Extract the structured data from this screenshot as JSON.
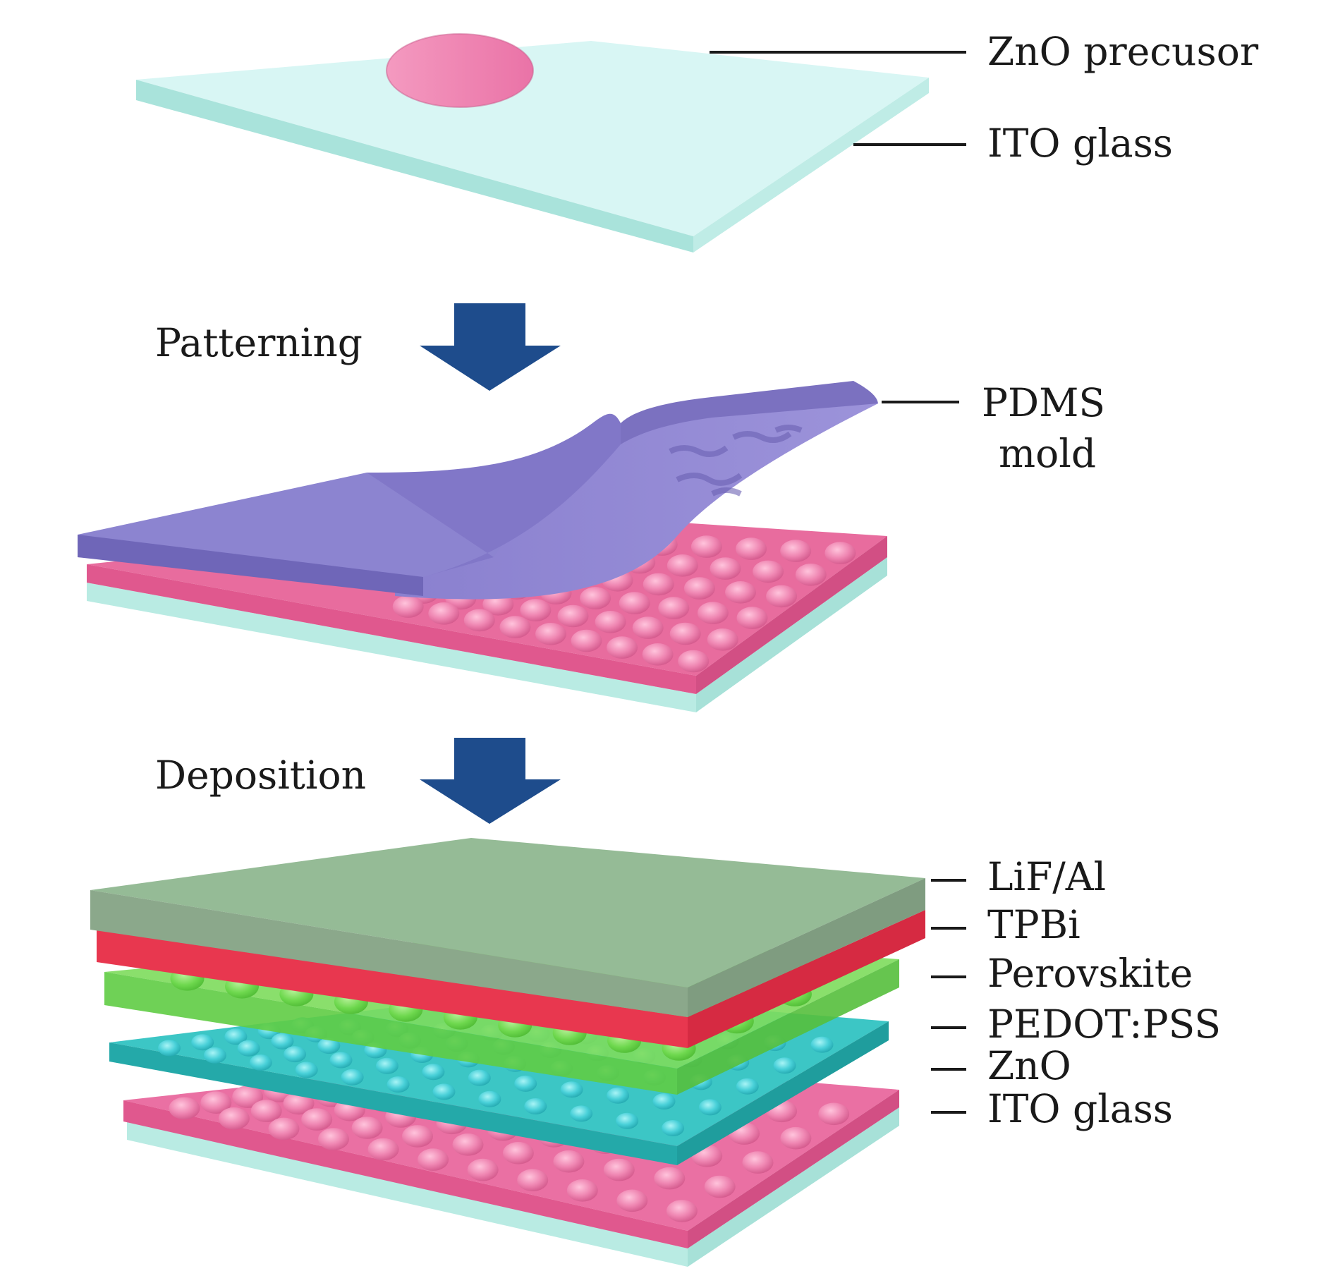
{
  "steps": {
    "step1": {
      "label_precursor": "ZnO precusor",
      "label_substrate": "ITO glass"
    },
    "arrow1": {
      "label": "Patterning"
    },
    "step2": {
      "label_mold_line1": "PDMS",
      "label_mold_line2": "mold"
    },
    "arrow2": {
      "label": "Deposition"
    },
    "step3": {
      "layers": [
        "LiF/Al",
        "TPBi",
        "Perovskite",
        "PEDOT:PSS",
        "ZnO",
        "ITO glass"
      ]
    }
  },
  "colors": {
    "ito_glass": "#bfeee6",
    "zno_pink": "#e4679b",
    "pdms_purple": "#7f76c6",
    "lif_al": "#93b493",
    "tpbi_red": "#e8374f",
    "perovskite_green": "#5fd048",
    "pedot_teal": "#2db8b3",
    "arrow_blue": "#1e4c8c"
  }
}
